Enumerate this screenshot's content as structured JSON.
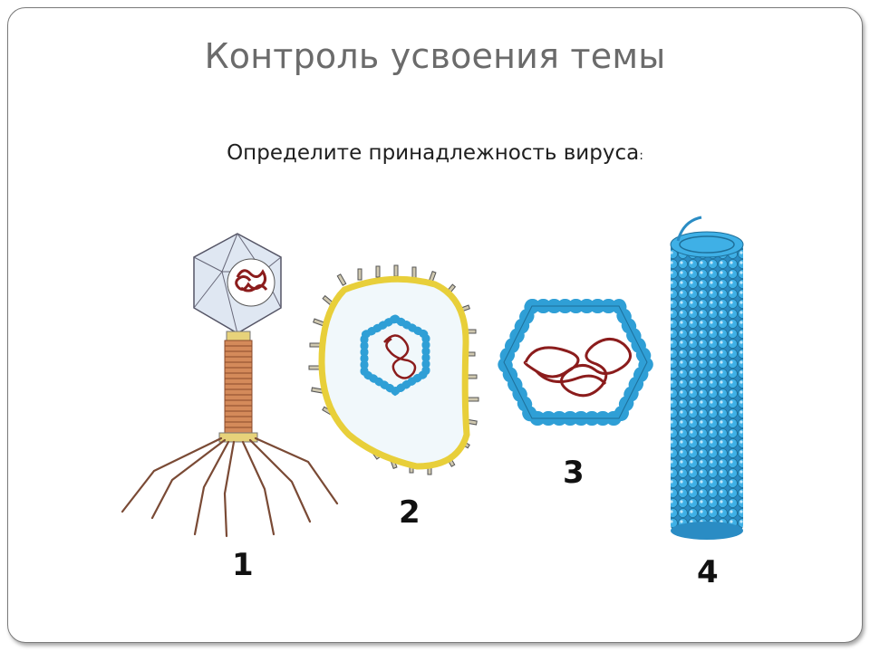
{
  "slide": {
    "title": "Контроль усвоения темы",
    "question": "Определите принадлежность вируса",
    "question_colon": ":"
  },
  "viruses": [
    {
      "number": "1",
      "icon": "bacteriophage-icon"
    },
    {
      "number": "2",
      "icon": "enveloped-virus-icon"
    },
    {
      "number": "3",
      "icon": "icosahedral-capsid-icon"
    },
    {
      "number": "4",
      "icon": "helical-rod-virus-icon"
    }
  ],
  "colors": {
    "capsid_blue": "#2f9fd6",
    "nucleic_acid": "#8b1c1c",
    "envelope_yellow": "#e8cf3a",
    "tail_copper": "#c26a3a",
    "fibers": "#7a4a35"
  }
}
